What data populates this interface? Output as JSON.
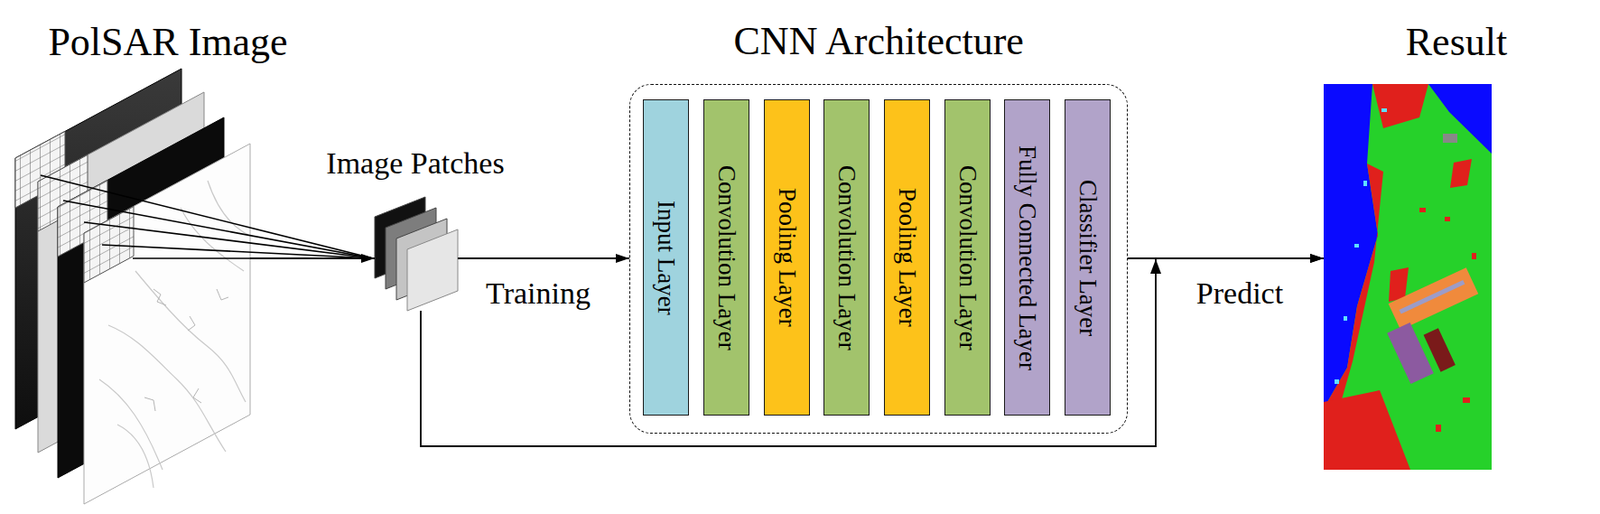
{
  "diagram": {
    "nodes": [
      {
        "text": [
          "PolSAR Image"
        ]
      },
      {
        "text": [
          "Image Patches"
        ]
      },
      {
        "text": [
          "CNN Architecture"
        ]
      },
      {
        "text": [
          "Input Layer"
        ],
        "in": 2
      },
      {
        "text": [
          "Convolution Layer"
        ],
        "in": 2
      },
      {
        "text": [
          "Pooling Layer"
        ],
        "in": 2
      },
      {
        "text": [
          "Convolution Layer"
        ],
        "in": 2
      },
      {
        "text": [
          "Pooling Layer"
        ],
        "in": 2
      },
      {
        "text": [
          "Convolution Layer"
        ],
        "in": 2
      },
      {
        "text": [
          "Fully Connected Layer"
        ],
        "in": 2
      },
      {
        "text": [
          "Classifier Layer"
        ],
        "in": 2
      },
      {
        "text": [
          "Result"
        ]
      }
    ],
    "edges": [
      {
        "from": 0,
        "to": 1,
        "arrow": "to"
      },
      {
        "from": 1,
        "to": 2,
        "label": "Training",
        "arrow": "to"
      },
      {
        "from": 2,
        "to": 11,
        "label": "Predict",
        "arrow": "to"
      },
      {
        "from": 1,
        "to": 11,
        "arrow": "to"
      }
    ]
  }
}
